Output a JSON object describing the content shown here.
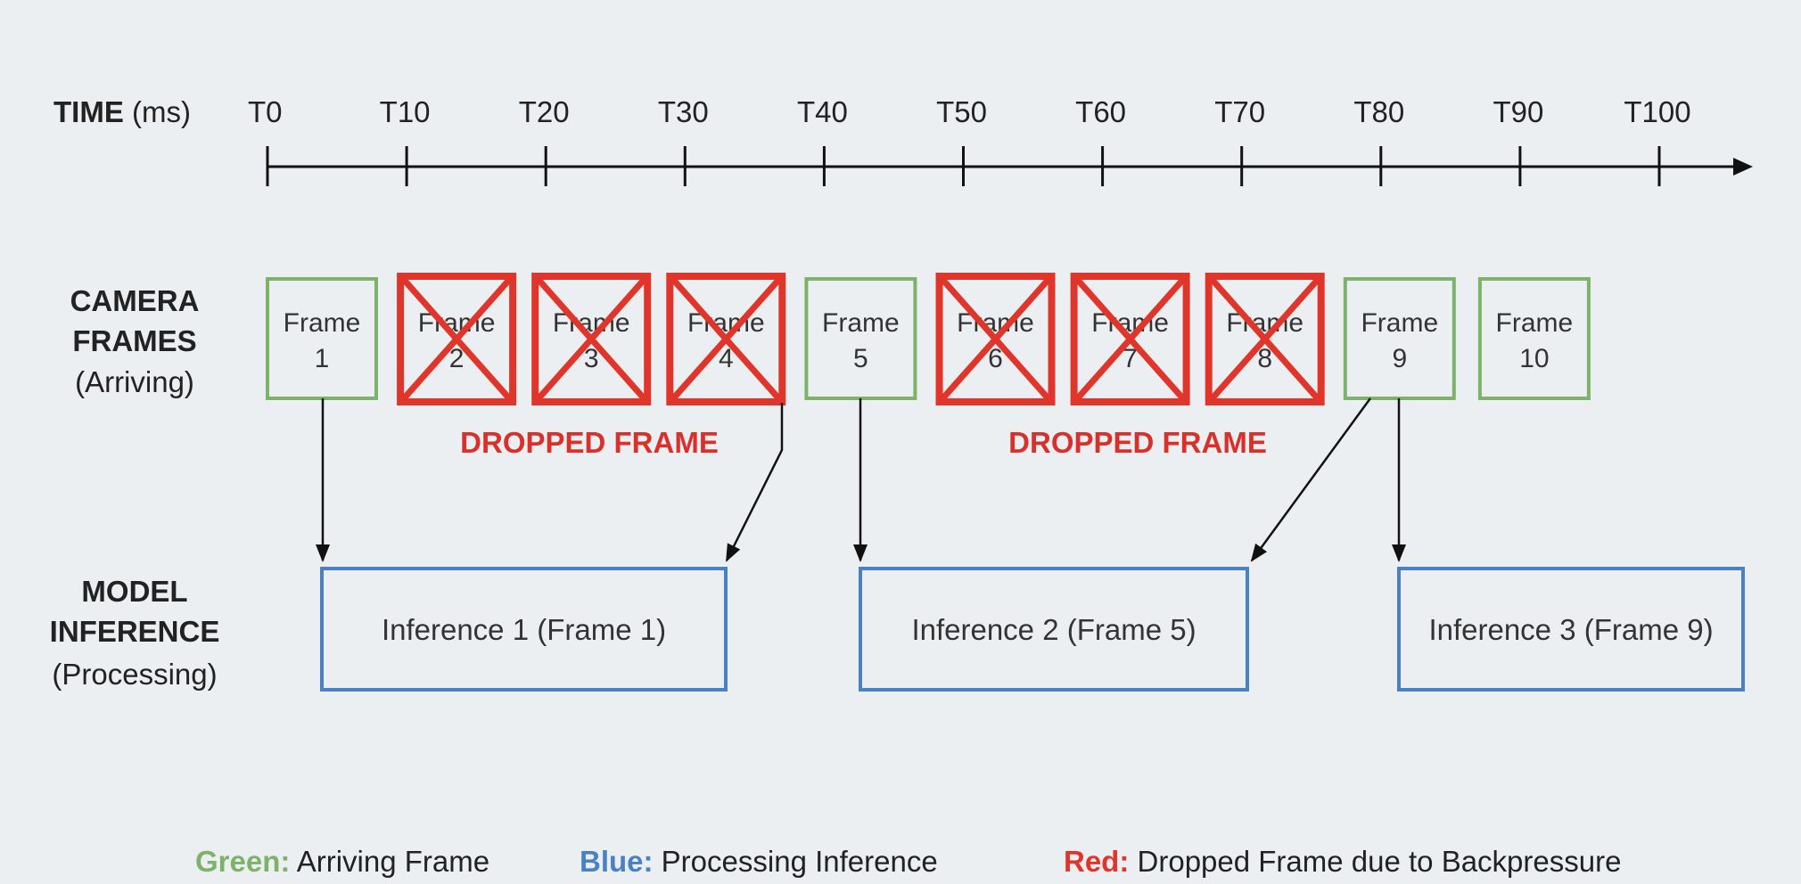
{
  "colors": {
    "green": "#7cb26a",
    "red": "#e0352b",
    "blue": "#4a80c4",
    "axis": "#111111"
  },
  "time_axis": {
    "label_bold": "TIME",
    "label_unit": "(ms)",
    "ticks": [
      "T0",
      "T10",
      "T20",
      "T30",
      "T40",
      "T50",
      "T60",
      "T70",
      "T80",
      "T90",
      "T100"
    ]
  },
  "rows": {
    "camera": {
      "line1": "CAMERA",
      "line2": "FRAMES",
      "line3": "(Arriving)"
    },
    "model": {
      "line1": "MODEL",
      "line2": "INFERENCE",
      "line3": "(Processing)"
    }
  },
  "frames": [
    {
      "word": "Frame",
      "num": "1",
      "status": "arriving"
    },
    {
      "word": "Frame",
      "num": "2",
      "status": "dropped"
    },
    {
      "word": "Frame",
      "num": "3",
      "status": "dropped"
    },
    {
      "word": "Frame",
      "num": "4",
      "status": "dropped"
    },
    {
      "word": "Frame",
      "num": "5",
      "status": "arriving"
    },
    {
      "word": "Frame",
      "num": "6",
      "status": "dropped"
    },
    {
      "word": "Frame",
      "num": "7",
      "status": "dropped"
    },
    {
      "word": "Frame",
      "num": "8",
      "status": "dropped"
    },
    {
      "word": "Frame",
      "num": "9",
      "status": "arriving"
    },
    {
      "word": "Frame",
      "num": "10",
      "status": "arriving"
    }
  ],
  "dropped_labels": [
    "DROPPED FRAME",
    "DROPPED FRAME"
  ],
  "inferences": [
    "Inference 1 (Frame 1)",
    "Inference 2 (Frame 5)",
    "Inference 3 (Frame 9)"
  ],
  "legend": [
    {
      "key": "Green:",
      "text": "Arriving Frame"
    },
    {
      "key": "Blue:",
      "text": "Processing Inference"
    },
    {
      "key": "Red:",
      "text": "Dropped Frame due to Backpressure"
    }
  ]
}
